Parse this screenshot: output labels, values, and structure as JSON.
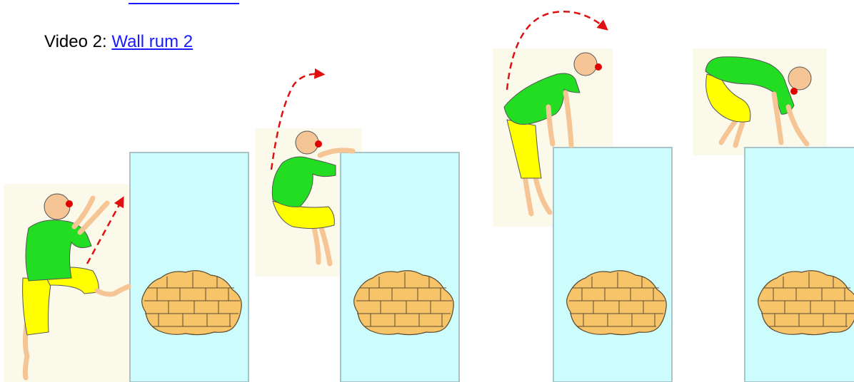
{
  "document": {
    "video_prefix": "Video 2: ",
    "video_link_text": "Wall rum 2"
  },
  "colors": {
    "wall_fill": "#ccfcfc",
    "wall_stroke": "#a9c4c8",
    "brick_fill": "#f8c46a",
    "shirt": "#22dd22",
    "pants": "#ffff00",
    "skin": "#f5c596",
    "nose": "#e00000",
    "arrow": "#e01010",
    "panel_bg": "#fbf9ea"
  },
  "illustration": {
    "frames": [
      "frame-1-run-up",
      "frame-2-grab-top",
      "frame-3-climb-over",
      "frame-4-crouch-on-wall"
    ]
  }
}
